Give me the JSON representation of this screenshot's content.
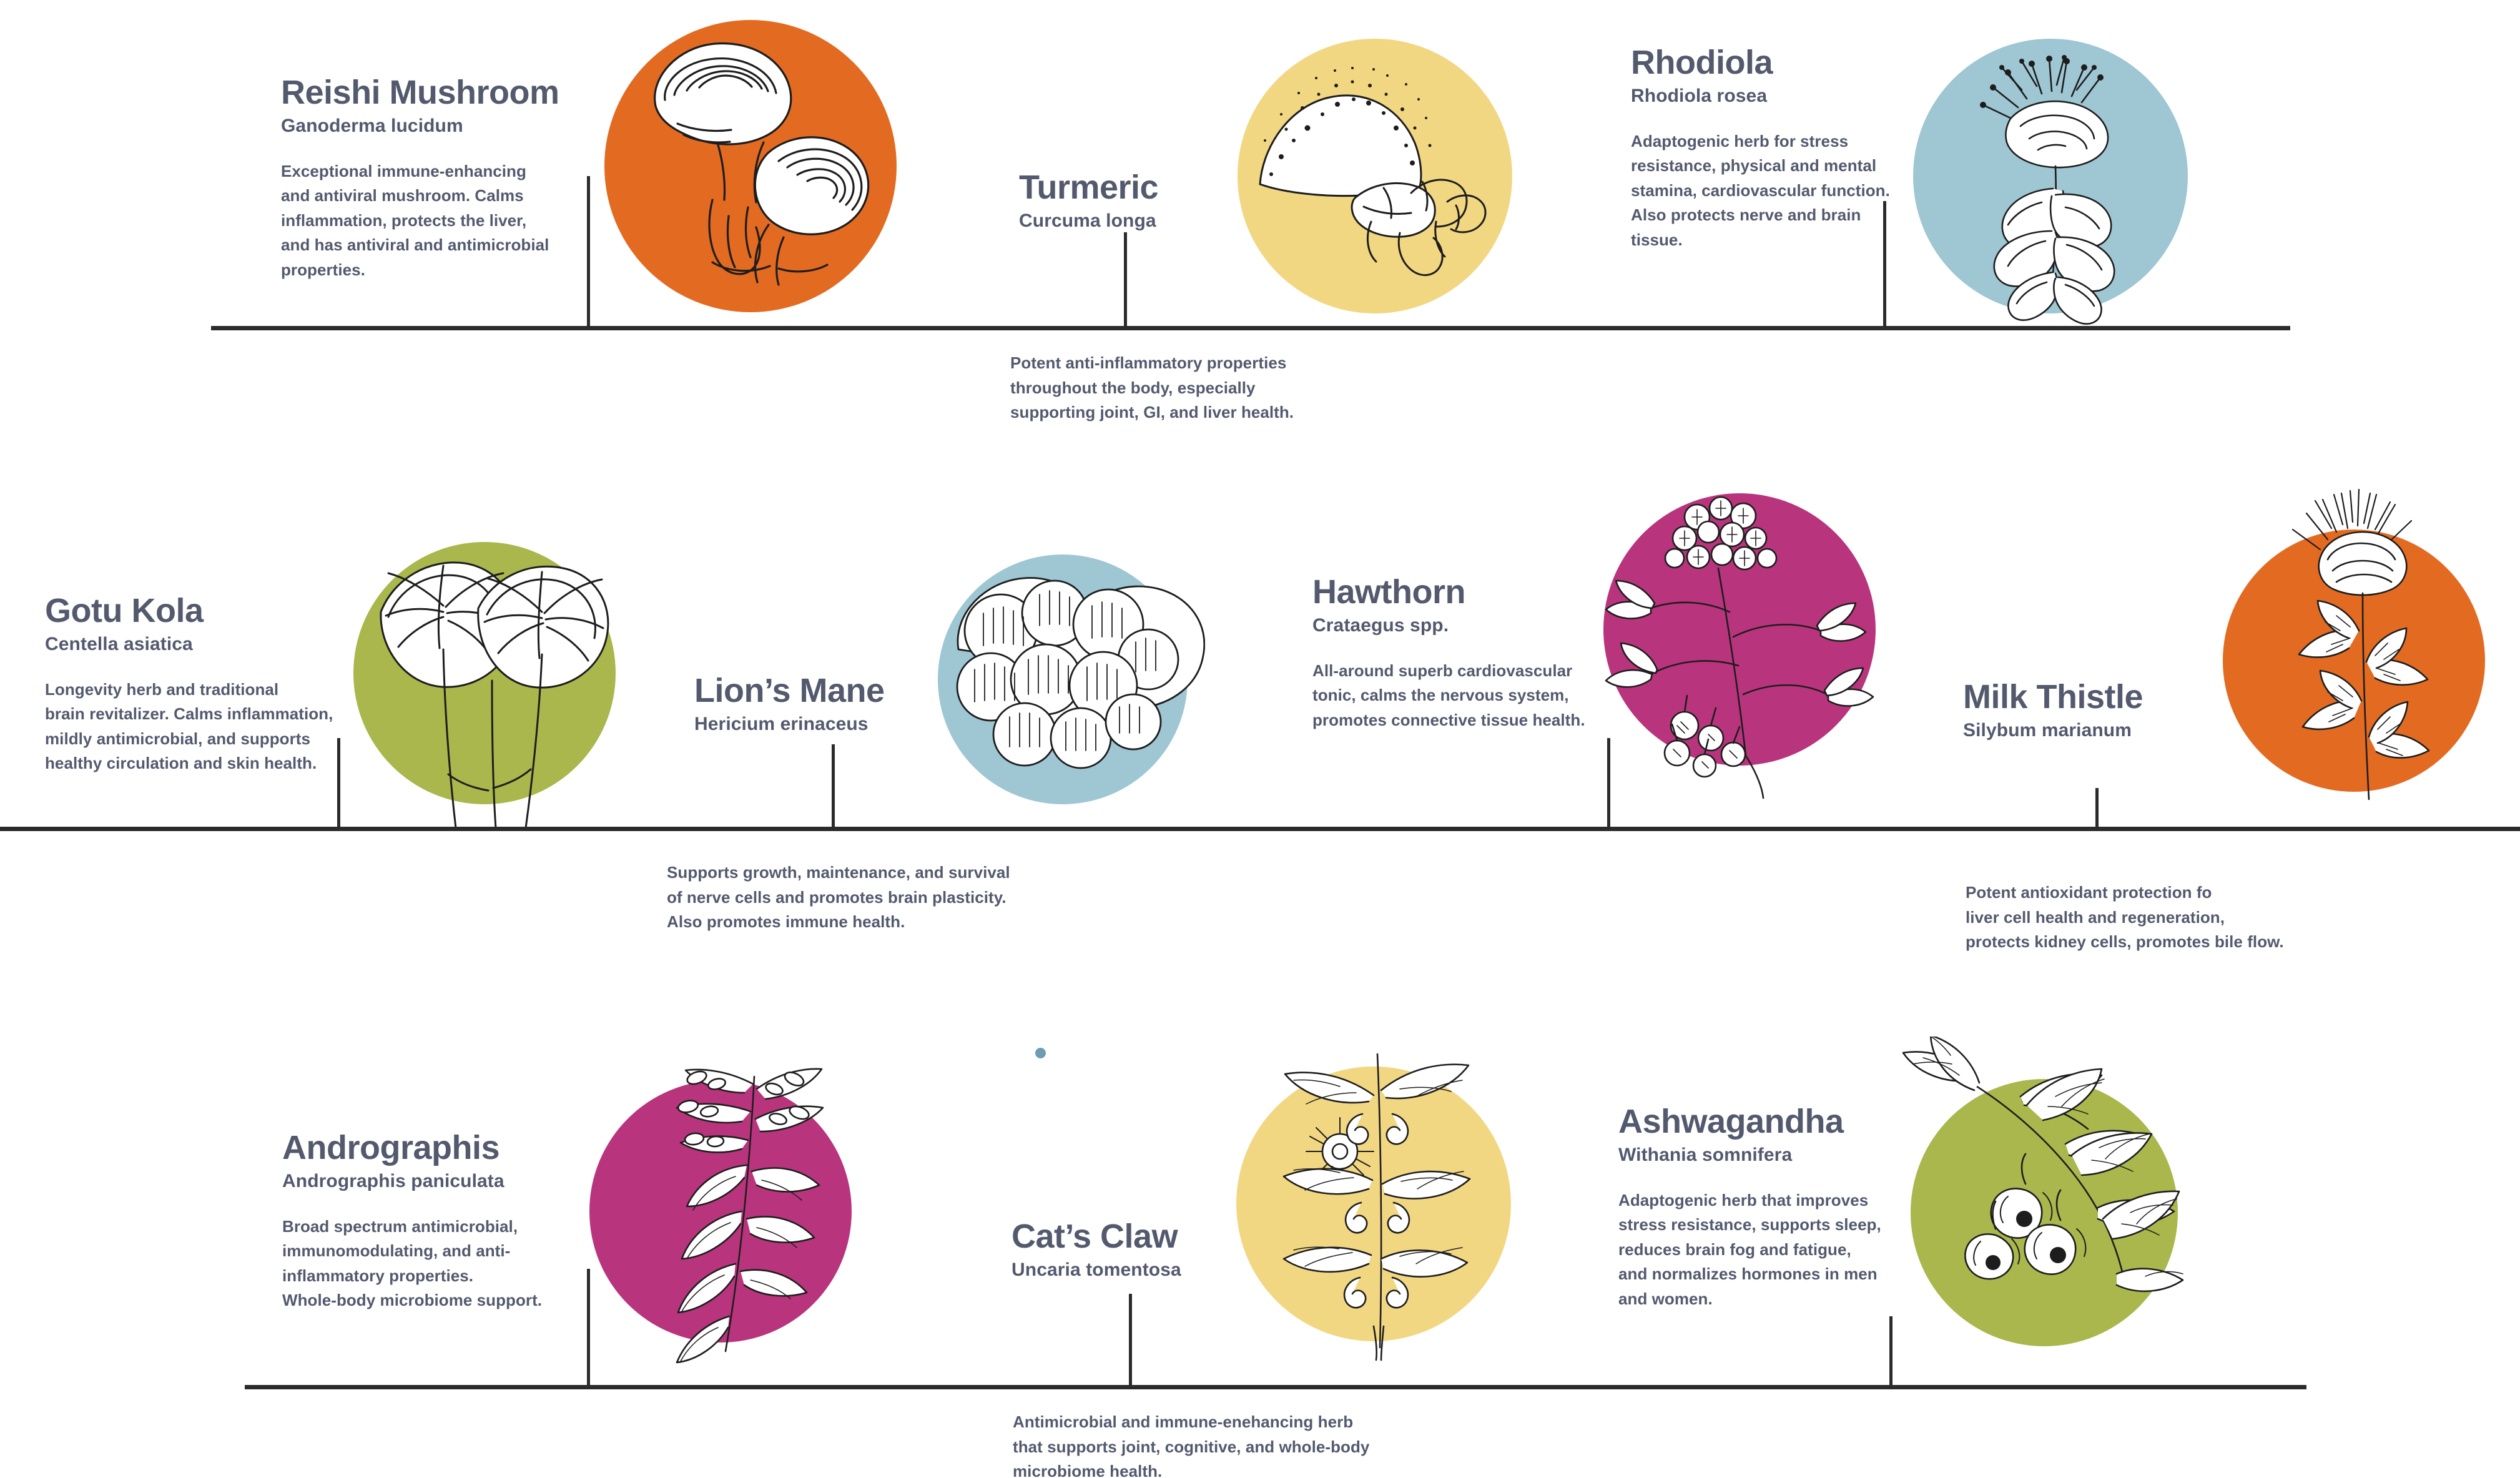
{
  "palette": {
    "text": "#545a6e",
    "rule": "#2b2b2b",
    "orange": "#E36A21",
    "yellow": "#F2D782",
    "blue": "#9EC6D3",
    "green": "#A9B74C",
    "magenta": "#B8347D",
    "dot": "#6E9CB5"
  },
  "rows": [
    {
      "id": "row-1",
      "herbs": [
        {
          "key": "reishi",
          "name": "Reishi Mushroom",
          "latin": "Ganoderma lucidum",
          "description": "Exceptional immune-enhancing and antiviral mushroom. Calms inflammation, protects the liver, and has antiviral and antimicrobial properties.",
          "circle_color": "#E36A21",
          "illustration": "reishi-mushroom-illustration",
          "caption_position": "inline"
        },
        {
          "key": "turmeric",
          "name": "Turmeric",
          "latin": "Curcuma longa",
          "description": "Potent anti-inflammatory properties throughout the body, especially supporting joint, GI, and liver health.",
          "circle_color": "#F2D782",
          "illustration": "turmeric-root-illustration",
          "caption_position": "below"
        },
        {
          "key": "rhodiola",
          "name": "Rhodiola",
          "latin": "Rhodiola rosea",
          "description": "Adaptogenic herb for stress resistance, physical and mental stamina, cardiovascular function. Also protects nerve and brain tissue.",
          "circle_color": "#9EC6D3",
          "illustration": "rhodiola-flower-illustration",
          "caption_position": "inline"
        }
      ]
    },
    {
      "id": "row-2",
      "herbs": [
        {
          "key": "gotu-kola",
          "name": "Gotu Kola",
          "latin": "Centella asiatica",
          "description": "Longevity herb and traditional brain revitalizer. Calms inflammation, mildly antimicrobial, and supports healthy circulation and skin health.",
          "circle_color": "#A9B74C",
          "illustration": "gotu-kola-leaf-illustration",
          "caption_position": "inline"
        },
        {
          "key": "lions-mane",
          "name": "Lion’s Mane",
          "latin": "Hericium erinaceus",
          "description": "Supports growth, maintenance, and survival of nerve cells and promotes brain plasticity. Also promotes immune health.",
          "circle_color": "#9EC6D3",
          "illustration": "lions-mane-mushroom-illustration",
          "caption_position": "below"
        },
        {
          "key": "hawthorn",
          "name": "Hawthorn",
          "latin": "Crataegus spp.",
          "description": "All-around superb cardiovascular tonic, calms the nervous system, promotes connective tissue health.",
          "circle_color": "#B8347D",
          "illustration": "hawthorn-branch-illustration",
          "caption_position": "inline"
        },
        {
          "key": "milk-thistle",
          "name": "Milk Thistle",
          "latin": "Silybum marianum",
          "description": "Potent antioxidant protection fo liver cell health and regeneration, protects kidney cells, promotes bile flow.",
          "circle_color": "#E36A21",
          "illustration": "milk-thistle-illustration",
          "caption_position": "below"
        }
      ]
    },
    {
      "id": "row-3",
      "herbs": [
        {
          "key": "andrographis",
          "name": "Andrographis",
          "latin": "Andrographis paniculata",
          "description": "Broad spectrum antimicrobial, immunomodulating, and anti-inflammatory properties. Whole-body microbiome support.",
          "circle_color": "#B8347D",
          "illustration": "andrographis-illustration",
          "caption_position": "inline"
        },
        {
          "key": "cats-claw",
          "name": "Cat’s Claw",
          "latin": "Uncaria tomentosa",
          "description": "Antimicrobial and immune-enehancing herb that supports joint, cognitive, and whole-body microbiome health.",
          "circle_color": "#F2D782",
          "illustration": "cats-claw-vine-illustration",
          "caption_position": "below"
        },
        {
          "key": "ashwagandha",
          "name": "Ashwagandha",
          "latin": "Withania somnifera",
          "description": "Adaptogenic herb that improves stress resistance, supports sleep, reduces brain fog and fatigue, and normalizes hormones in men and women.",
          "circle_color": "#A9B74C",
          "illustration": "ashwagandha-illustration",
          "caption_position": "inline"
        }
      ]
    }
  ],
  "captions": {
    "turmeric": "Potent anti-inflammatory properties\nthroughout the body, especially\nsupporting joint, GI, and liver health.",
    "lions_mane": "Supports growth, maintenance, and survival\nof nerve cells and promotes brain plasticity.\nAlso promotes immune health.",
    "milk_thistle": "Potent antioxidant protection fo\nliver cell health and regeneration,\nprotects kidney cells, promotes bile flow.",
    "cats_claw": "Antimicrobial and immune-enehancing herb\nthat supports joint, cognitive, and whole-body\nmicrobiome health."
  },
  "descriptions": {
    "reishi": "Exceptional immune-enhancing\nand antiviral mushroom. Calms\ninflammation, protects the liver,\nand has antiviral and antimicrobial\nproperties.",
    "rhodiola": "Adaptogenic herb for stress\nresistance, physical and mental\nstamina, cardiovascular function.\nAlso protects nerve and brain\ntissue.",
    "gotu_kola": "Longevity herb and traditional\nbrain revitalizer. Calms inflammation,\nmildly antimicrobial, and supports\nhealthy circulation and skin health.",
    "hawthorn": "All-around superb cardiovascular\ntonic, calms the nervous system,\npromotes connective tissue health.",
    "andrographis": "Broad spectrum antimicrobial,\nimmunomodulating, and anti-\ninflammatory properties.\nWhole-body microbiome support.",
    "ashwagandha": "Adaptogenic herb that improves\nstress resistance, supports sleep,\nreduces brain fog and fatigue,\nand normalizes hormones in men\nand women."
  }
}
